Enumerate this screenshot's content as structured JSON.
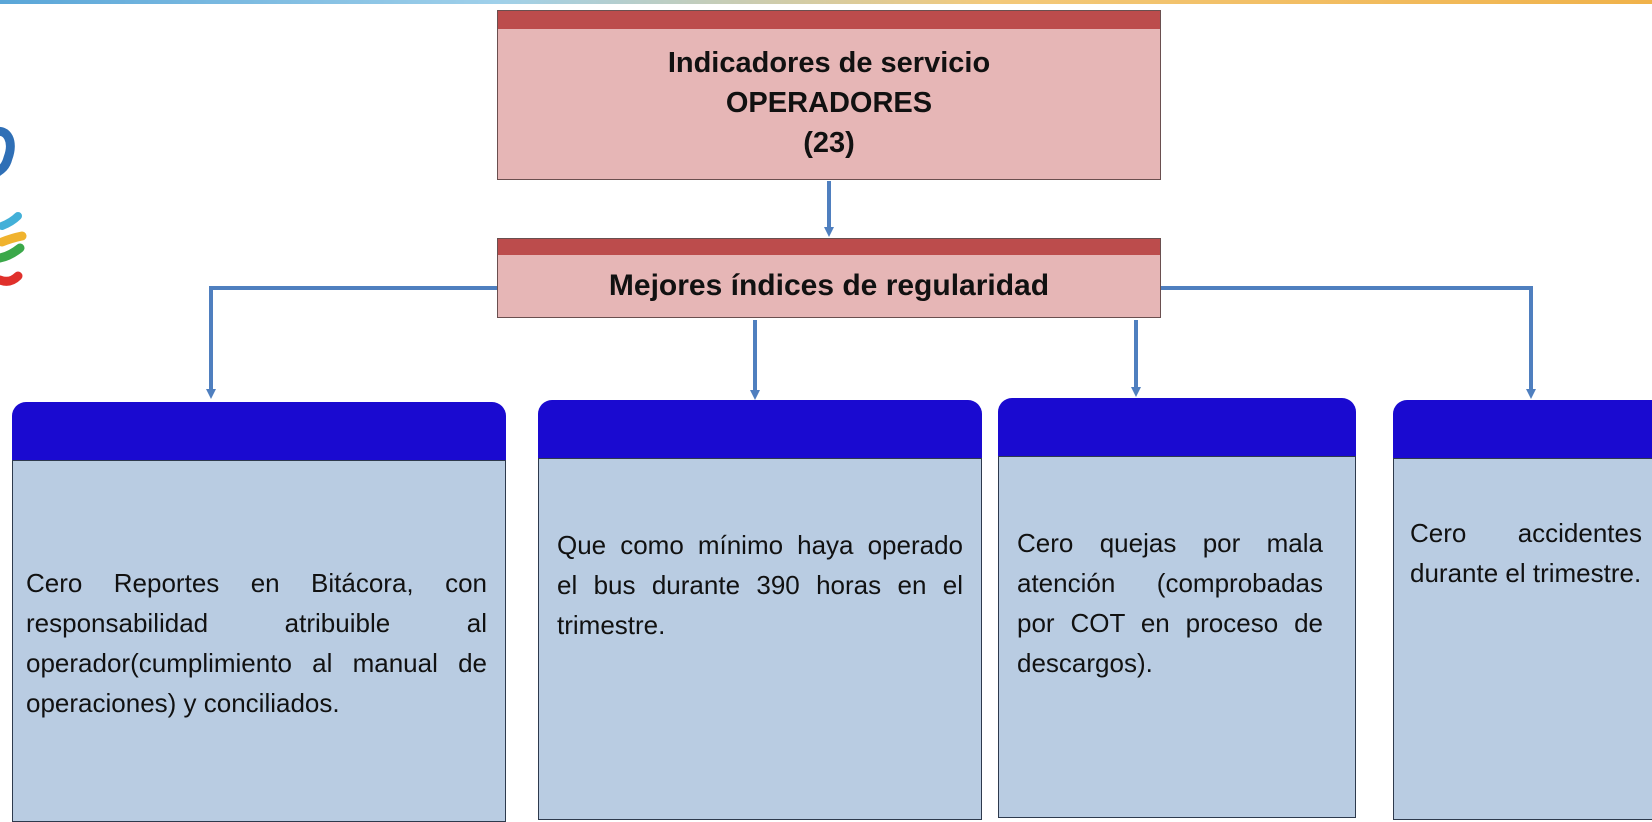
{
  "diagram": {
    "top_box": {
      "line1": "Indicadores de servicio",
      "line2": "OPERADORES",
      "line3": "(23)"
    },
    "middle_box": {
      "label": "Mejores índices de regularidad"
    },
    "cards": [
      {
        "text": "Cero Reportes en Bitácora, con responsabilidad atribuible al operador(cumplimiento al manual de operaciones) y conciliados."
      },
      {
        "text": "Que como mínimo haya operado el bus durante 390 horas en el trimestre."
      },
      {
        "text": "Cero quejas por mala atención (comprobadas por COT en proceso de descargos)."
      },
      {
        "text": "Cero accidentes durante el trimestre."
      }
    ]
  },
  "colors": {
    "box_fill": "#e6b6b6",
    "box_cap": "#bc4c4c",
    "card_header": "#1a0ad0",
    "card_body": "#b9cce2",
    "connector": "#4f7fbf"
  }
}
